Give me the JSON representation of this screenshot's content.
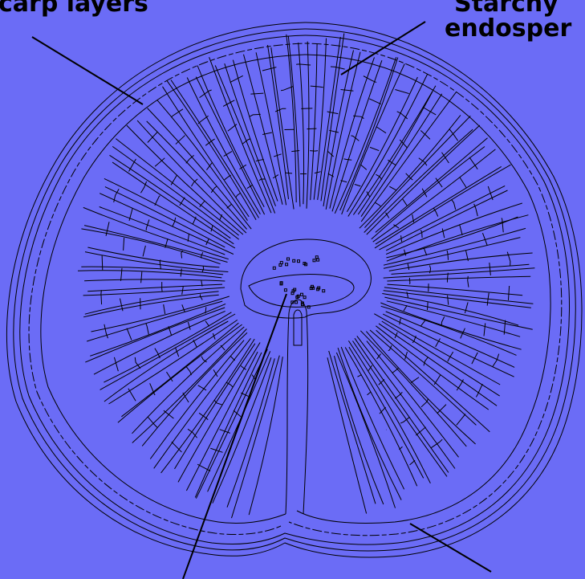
{
  "labels": {
    "pericarp": "carp layers",
    "starchy": "Starchy",
    "endosperm": "endosper"
  },
  "colors": {
    "background": "#6b6cf6",
    "line": "#000000",
    "fill": "#6b6cf6"
  }
}
